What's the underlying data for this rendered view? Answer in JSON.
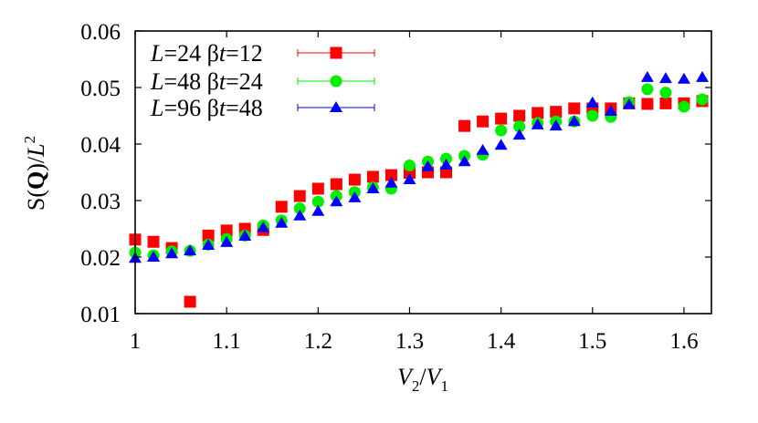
{
  "chart_data": {
    "type": "scatter",
    "title": "",
    "xlabel": "V_2/V_1",
    "ylabel": "S(Q)/L^2",
    "xlim": [
      1.0,
      1.63
    ],
    "ylim": [
      0.01,
      0.06
    ],
    "xticks": [
      1,
      1.1,
      1.2,
      1.3,
      1.4,
      1.5,
      1.6
    ],
    "xtick_labels": [
      "1",
      "1.1",
      "1.2",
      "1.3",
      "1.4",
      "1.5",
      "1.6"
    ],
    "yticks": [
      0.01,
      0.02,
      0.03,
      0.04,
      0.05,
      0.06
    ],
    "ytick_labels": [
      "0.01",
      "0.02",
      "0.03",
      "0.04",
      "0.05",
      "0.06"
    ],
    "grid": false,
    "legend_position": "upper-left",
    "x": [
      1.0,
      1.02,
      1.04,
      1.06,
      1.08,
      1.1,
      1.12,
      1.14,
      1.16,
      1.18,
      1.2,
      1.22,
      1.24,
      1.26,
      1.28,
      1.3,
      1.32,
      1.34,
      1.36,
      1.38,
      1.4,
      1.42,
      1.44,
      1.46,
      1.48,
      1.5,
      1.52,
      1.54,
      1.56,
      1.58,
      1.6,
      1.62
    ],
    "series": [
      {
        "name": "L=24 βt=12",
        "L": "24",
        "beta_t": "12",
        "color": "#ff0000",
        "marker": "square",
        "values": [
          0.0231,
          0.0227,
          0.0216,
          0.0121,
          0.0238,
          0.0247,
          0.025,
          0.0248,
          0.0289,
          0.0308,
          0.0321,
          0.0329,
          0.0337,
          0.0342,
          0.0345,
          0.0349,
          0.035,
          0.035,
          0.0432,
          0.044,
          0.0445,
          0.045,
          0.0455,
          0.0457,
          0.0463,
          0.0463,
          0.0463,
          0.0472,
          0.0471,
          0.0472,
          0.0472,
          0.0476
        ]
      },
      {
        "name": "L=48 βt=24",
        "L": "48",
        "beta_t": "24",
        "color": "#00ee00",
        "marker": "circle",
        "values": [
          0.0208,
          0.0203,
          0.021,
          0.0211,
          0.0222,
          0.0232,
          0.0238,
          0.0256,
          0.0265,
          0.0286,
          0.0298,
          0.0308,
          0.0315,
          0.0323,
          0.0321,
          0.0362,
          0.0369,
          0.0374,
          0.0379,
          0.0381,
          0.0424,
          0.0431,
          0.0437,
          0.044,
          0.044,
          0.045,
          0.0448,
          0.0474,
          0.0497,
          0.0491,
          0.0466,
          0.0479
        ]
      },
      {
        "name": "L=96 βt=48",
        "L": "96",
        "beta_t": "48",
        "color": "#0000ff",
        "marker": "triangle",
        "values": [
          0.0198,
          0.02,
          0.0206,
          0.0211,
          0.0221,
          0.0226,
          0.0237,
          0.0252,
          0.026,
          0.0273,
          0.0281,
          0.0298,
          0.0305,
          0.0321,
          0.0331,
          0.0337,
          0.036,
          0.0363,
          0.0369,
          0.0389,
          0.0398,
          0.0416,
          0.0434,
          0.0432,
          0.044,
          0.0473,
          0.0458,
          0.047,
          0.0518,
          0.0516,
          0.0515,
          0.0518
        ]
      }
    ]
  },
  "legend": {
    "items": [
      {
        "L_symbol": "L",
        "L_value": "=24 ",
        "beta": "β",
        "t_symbol": "t",
        "t_value": "=12"
      },
      {
        "L_symbol": "L",
        "L_value": "=48 ",
        "beta": "β",
        "t_symbol": "t",
        "t_value": "=24"
      },
      {
        "L_symbol": "L",
        "L_value": "=96 ",
        "beta": "β",
        "t_symbol": "t",
        "t_value": "=48"
      }
    ]
  },
  "axes": {
    "xlabel": {
      "v": "V",
      "sub1": "2",
      "slash": "/",
      "v2": "V",
      "sub2": "1"
    },
    "ylabel": {
      "s": "S(",
      "q": "Q",
      "rest": ")/",
      "l": "L",
      "sup": "2"
    }
  }
}
